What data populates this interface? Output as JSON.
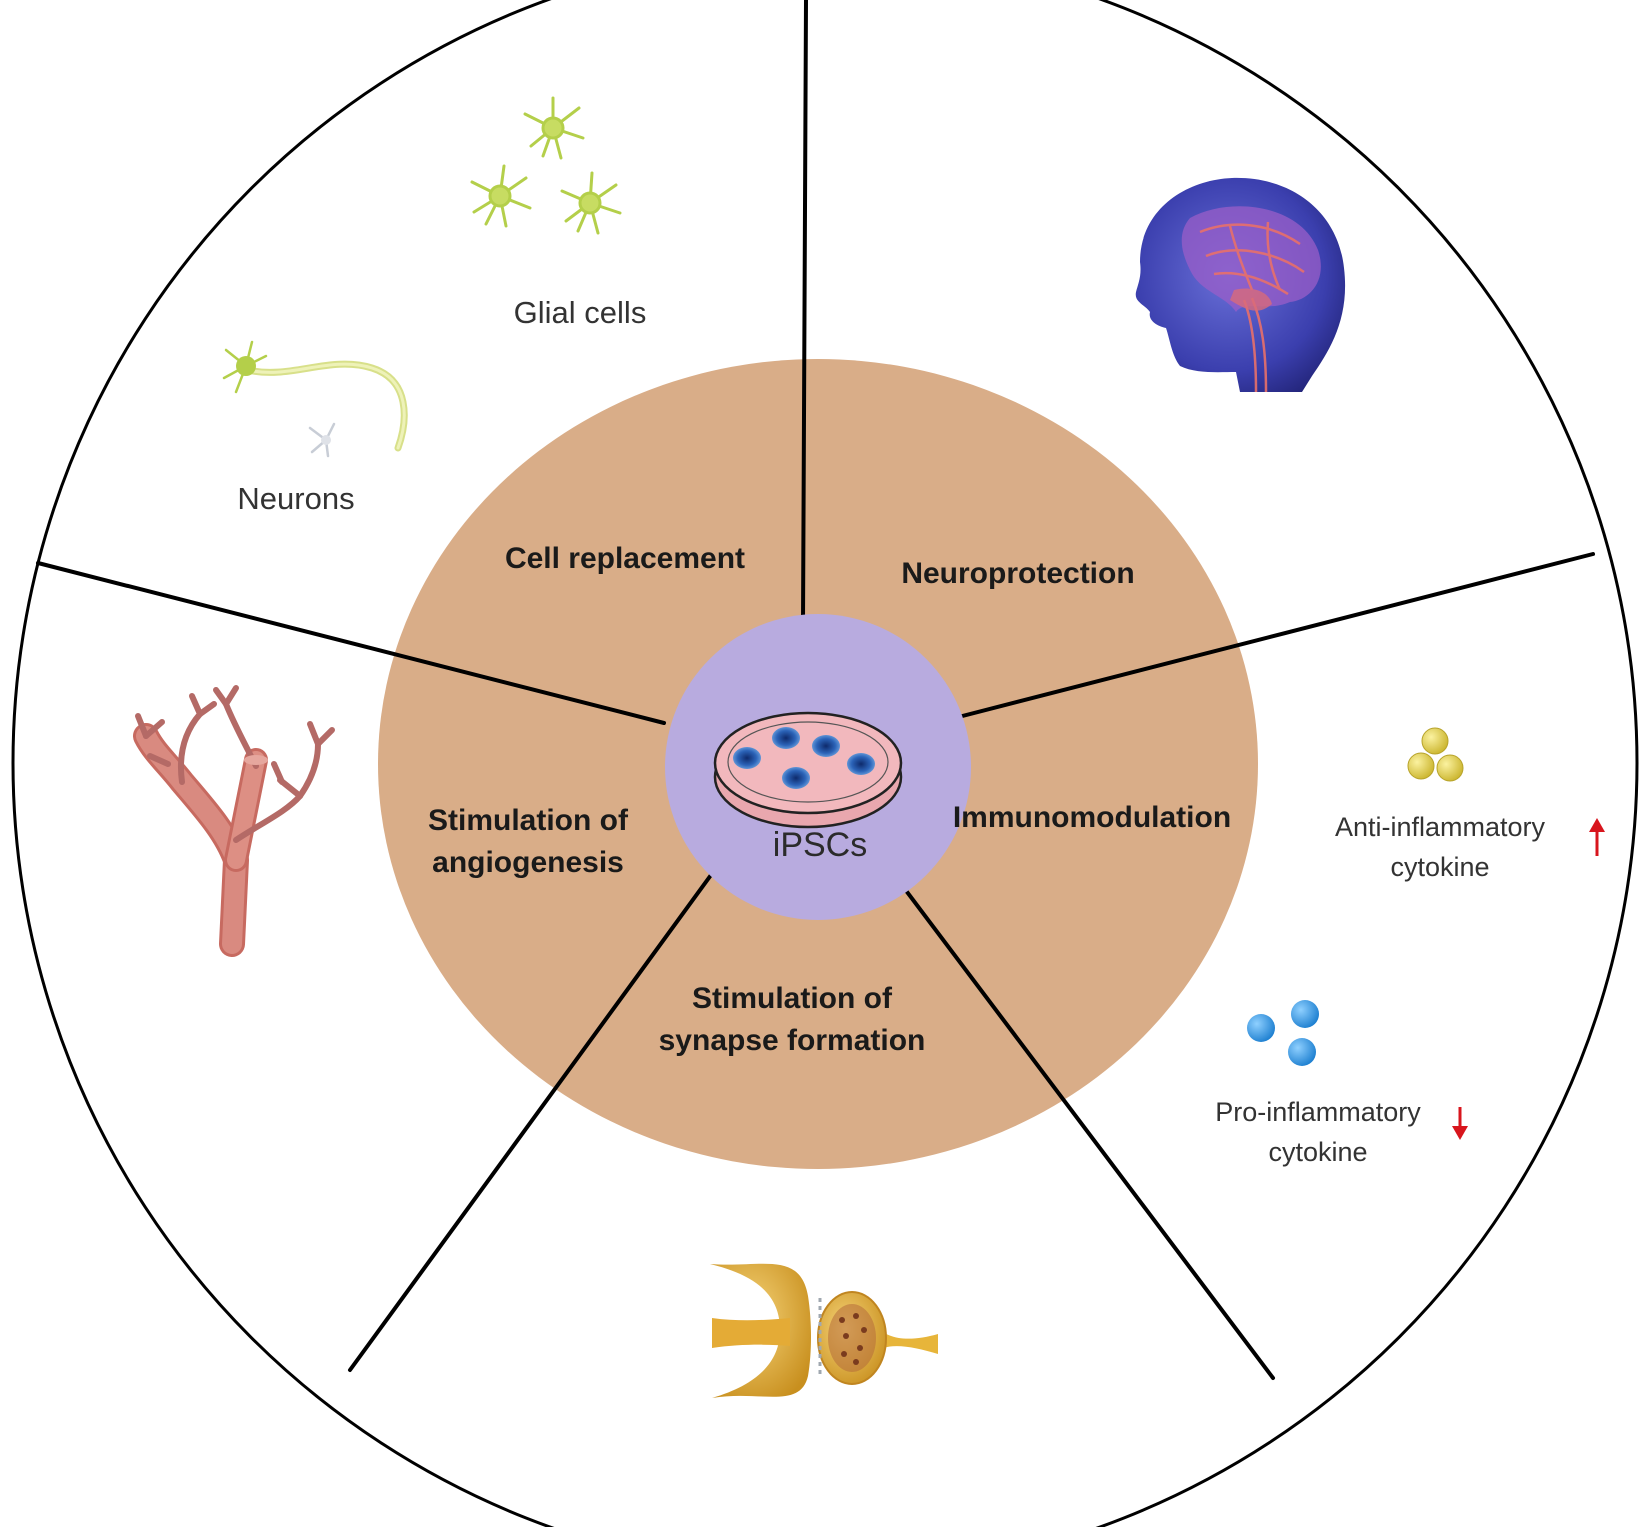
{
  "center": {
    "label": "iPSCs"
  },
  "mechanisms": {
    "cell_replacement": "Cell replacement",
    "neuroprotection": "Neuroprotection",
    "immunomodulation": "Immunomodulation",
    "synapse_line1": "Stimulation of",
    "synapse_line2": "synapse formation",
    "angio_line1": "Stimulation of",
    "angio_line2": "angiogenesis"
  },
  "outer": {
    "glial_cells": "Glial cells",
    "neurons": "Neurons",
    "anti_line1": "Anti-inflammatory",
    "anti_line2": "cytokine",
    "pro_line1": "Pro-inflammatory",
    "pro_line2": "cytokine"
  },
  "colors": {
    "inner_disc": "#d9ad88",
    "core_disc": "#b8abdf",
    "dish_fill": "#f2b8bd",
    "cell_blue": "#1f4fa0",
    "glial_green": "#b4cf4a",
    "vessel": "#d47b70",
    "anti_yellow": "#e2d24a",
    "pro_blue": "#2a8fd9",
    "arrow_red": "#d8151d",
    "synapse_gold": "#e7b53a"
  },
  "icons": {
    "brain": "brain-head-icon",
    "glia": "glial-cell-icon",
    "neuron": "neuron-icon",
    "vessel": "blood-vessel-icon",
    "synapse": "synapse-icon",
    "dish": "petri-dish-icon",
    "up": "arrow-up-icon",
    "down": "arrow-down-icon"
  }
}
